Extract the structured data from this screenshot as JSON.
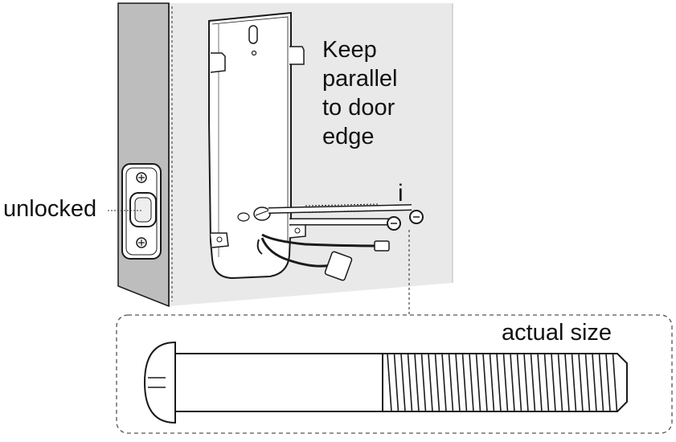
{
  "labels": {
    "instruction_lines": [
      "Keep",
      "parallel",
      "to door",
      "edge"
    ],
    "lock_state": "unlocked",
    "actual_size": "actual size",
    "screw_marker": "i"
  },
  "colors": {
    "door_face": "#e9e9e9",
    "door_edge": "#bdbdbd",
    "outline": "#1a1a1a",
    "plate_fill": "#ffffff",
    "callout_border": "#555555"
  }
}
